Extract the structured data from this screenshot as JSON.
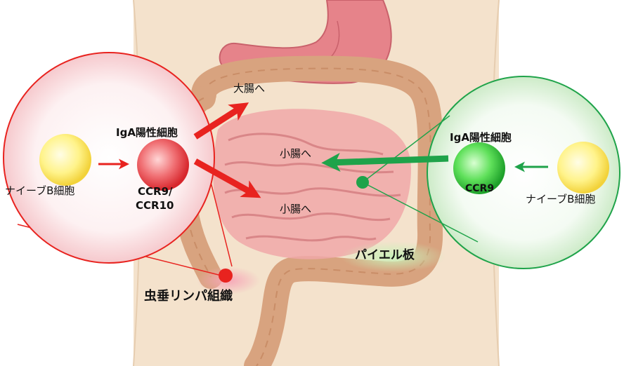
{
  "left_panel": {
    "naive_cell_label": "ナイーブB細胞",
    "iga_cell_label": "IgA陽性細胞",
    "receptor_label_line1": "CCR9/",
    "receptor_label_line2": "CCR10",
    "color": "#e8231f"
  },
  "right_panel": {
    "naive_cell_label": "ナイーブB細胞",
    "iga_cell_label": "IgA陽性細胞",
    "receptor_label": "CCR9",
    "color": "#1fa34a"
  },
  "destinations": {
    "large_intestine": "大腸へ",
    "small_intestine_upper": "小腸へ",
    "small_intestine_lower": "小腸へ"
  },
  "sites": {
    "peyers_patch": "パイエル板",
    "appendix_tissue": "虫垂リンパ組織"
  }
}
